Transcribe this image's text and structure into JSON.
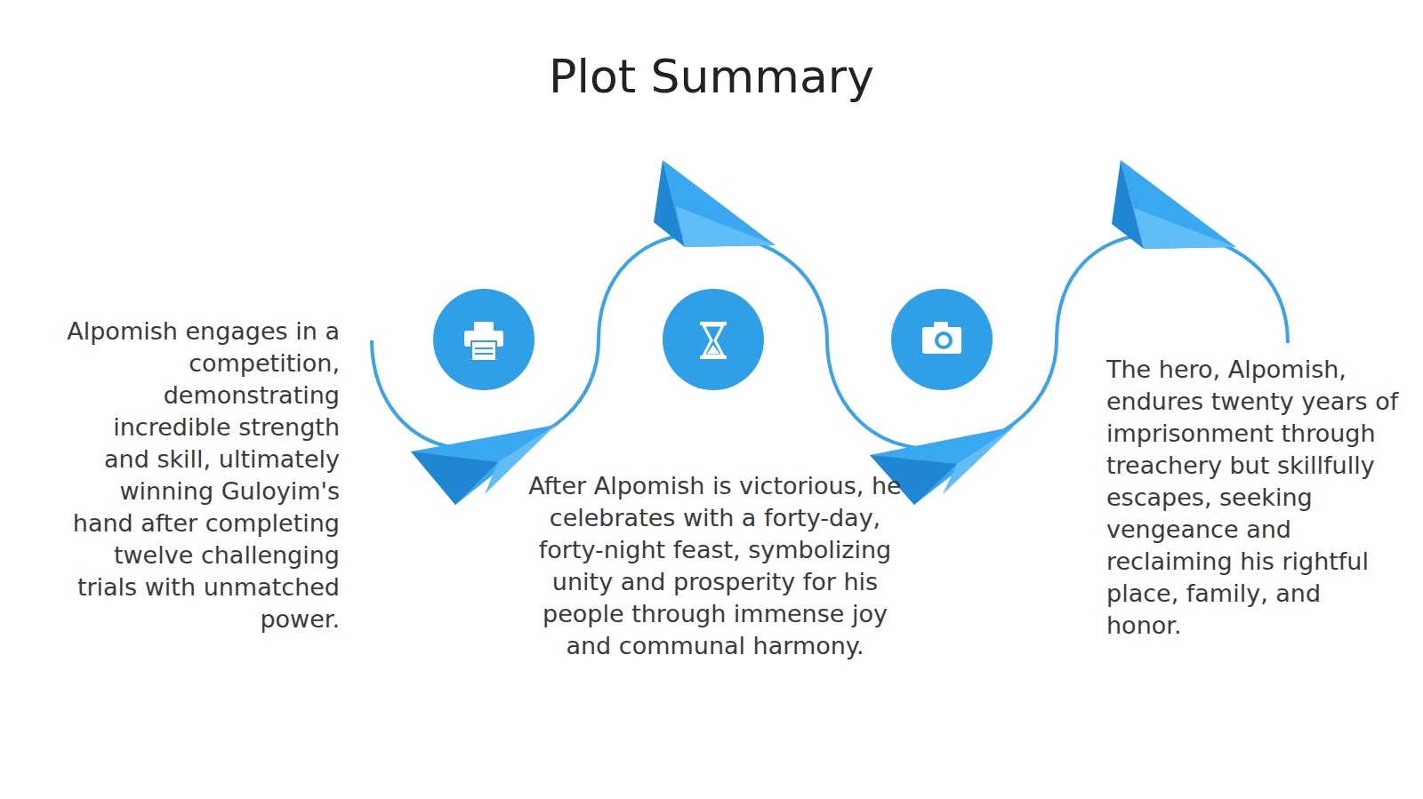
{
  "diagram": {
    "title": "Plot Summary",
    "labels": [
      "Alpomish engages in a competition, demonstrating incredible strength and skill, ultimately winning Guloyim's hand after completing twelve challenging trials with unmatched power.",
      "After Alpomish is victorious, he celebrates with a forty-day, forty-night feast, symbolizing unity and prosperity for his people through immense joy and communal harmony.",
      "The hero, Alpomish, endures twenty years of imprisonment through treachery but skillfully escapes, seeking vengeance and reclaiming his rightful place, family, and honor."
    ]
  }
}
